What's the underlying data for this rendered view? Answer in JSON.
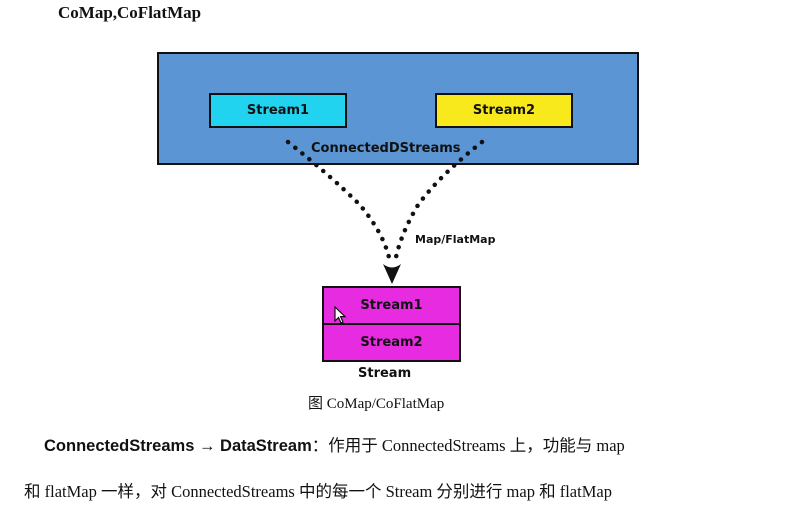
{
  "heading": "CoMap,CoFlatMap",
  "diagram": {
    "connected_box": {
      "stream1": "Stream1",
      "stream2": "Stream2",
      "label": "ConnectedDStreams"
    },
    "operation_label": "Map/FlatMap",
    "result": {
      "stream1": "Stream1",
      "stream2": "Stream2",
      "label": "Stream"
    },
    "colors": {
      "connected_box": "#5b95d3",
      "stream1_input": "#22d3f0",
      "stream2_input": "#f8e91c",
      "result_streams": "#e62be0"
    }
  },
  "caption": "图 CoMap/CoFlatMap",
  "paragraph": {
    "line1_bold": "ConnectedStreams → DataStream",
    "line1_rest": "：作用于 ConnectedStreams 上，功能与 map",
    "line2": "和 flatMap 一样，对 ConnectedStreams 中的每一个 Stream 分别进行 map 和 flatMap"
  }
}
